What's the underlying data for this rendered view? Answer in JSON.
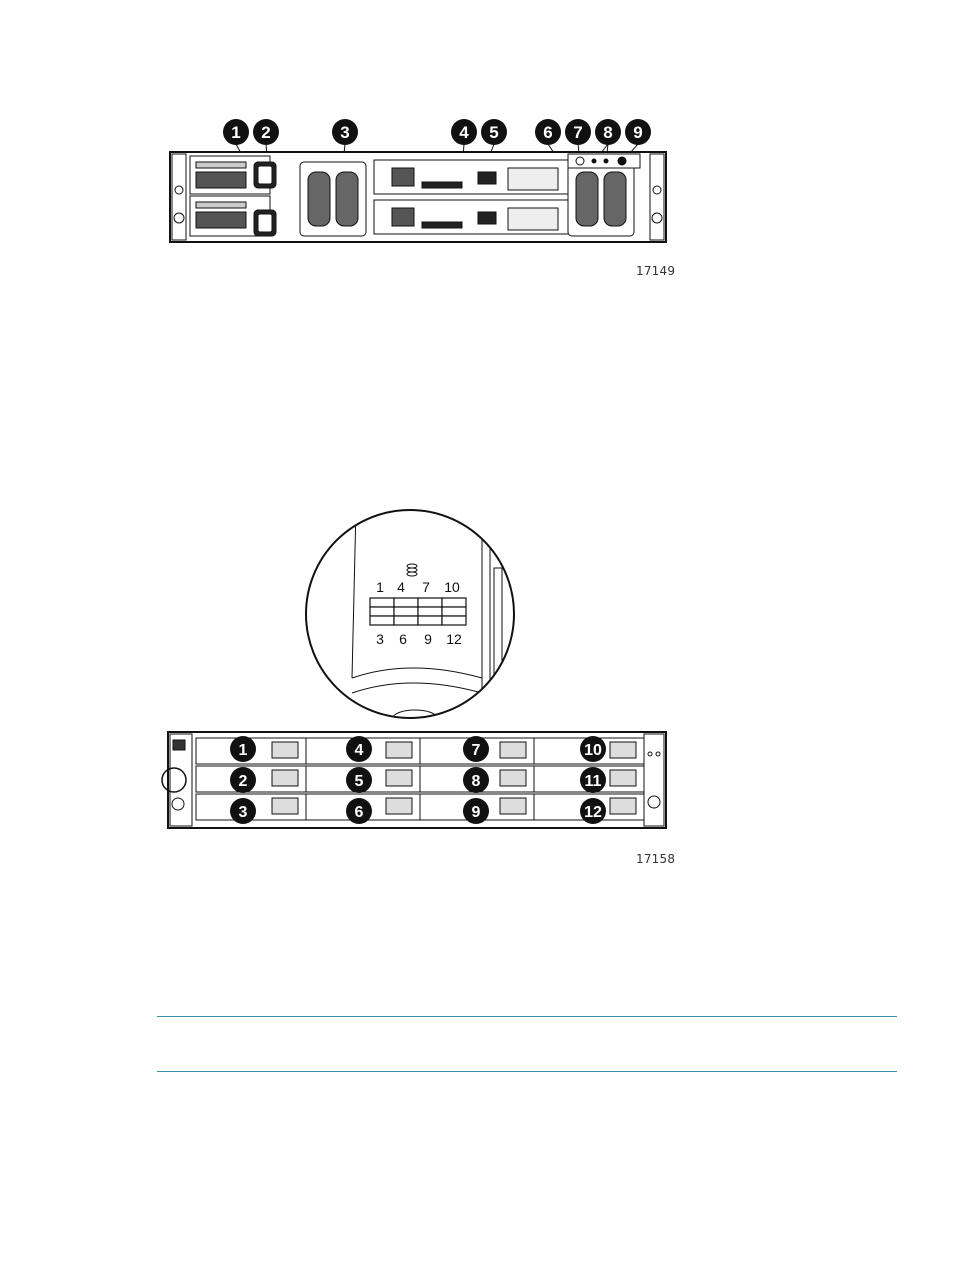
{
  "rear_figure": {
    "callouts": [
      "1",
      "2",
      "3",
      "4",
      "5",
      "6",
      "7",
      "8",
      "9"
    ],
    "figure_number": "17149"
  },
  "front_figure": {
    "detail_top_numbers": [
      "1",
      "4",
      "7",
      "10"
    ],
    "detail_bottom_numbers": [
      "3",
      "6",
      "9",
      "12"
    ],
    "bay_callouts": [
      "1",
      "4",
      "7",
      "10",
      "2",
      "5",
      "8",
      "11",
      "3",
      "6",
      "9",
      "12"
    ],
    "figure_number": "17158"
  },
  "note_box": {
    "text": ""
  }
}
